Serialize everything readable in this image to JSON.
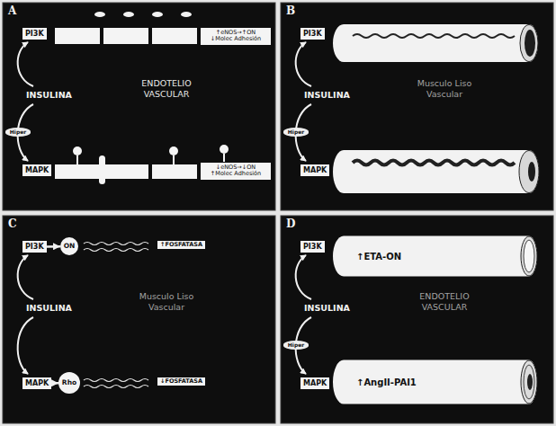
{
  "diagram": {
    "nodes": [
      {
        "text": [
          "A",
          "INSULINA",
          "ENDOTELIO VASCULAR"
        ]
      },
      {
        "text": [
          "PI3K"
        ],
        "in": 0
      },
      {
        "text": [
          "↑eNOS→↑ON ↓Molec Adhesión"
        ],
        "in": 0
      },
      {
        "text": [
          "Hiper"
        ],
        "in": 0
      },
      {
        "text": [
          "MAPK"
        ],
        "in": 0
      },
      {
        "text": [
          "↓eNOS→↓ON ↑Molec Adhesión"
        ],
        "in": 0
      },
      {
        "text": [
          "B",
          "INSULINA",
          "Musculo Liso Vascular"
        ]
      },
      {
        "text": [
          "PI3K"
        ],
        "in": 6
      },
      {
        "text": [
          "Hiper"
        ],
        "in": 6
      },
      {
        "text": [
          "MAPK"
        ],
        "in": 6
      },
      {
        "text": [
          "C",
          "INSULINA",
          "Musculo Liso Vascular"
        ]
      },
      {
        "text": [
          "PI3K"
        ],
        "in": 10
      },
      {
        "text": [
          "ON"
        ],
        "in": 10
      },
      {
        "text": [
          "↑FOSFATASA"
        ],
        "in": 10
      },
      {
        "text": [
          "MAPK"
        ],
        "in": 10
      },
      {
        "text": [
          "Rho"
        ],
        "in": 10
      },
      {
        "text": [
          "↓FOSFATASA"
        ],
        "in": 10
      },
      {
        "text": [
          "D",
          "INSULINA",
          "ENDOTELIO VASCULAR"
        ]
      },
      {
        "text": [
          "PI3K"
        ],
        "in": 17
      },
      {
        "text": [
          "↑ETA-ON"
        ],
        "in": 17
      },
      {
        "text": [
          "Hiper"
        ],
        "in": 17
      },
      {
        "text": [
          "MAPK"
        ],
        "in": 17
      },
      {
        "text": [
          "↑AngII-PAI1"
        ],
        "in": 17
      }
    ],
    "edges": [
      {
        "from": 11,
        "to": 12,
        "arrow": "to"
      },
      {
        "from": 14,
        "to": 15,
        "arrow": "to"
      }
    ]
  }
}
